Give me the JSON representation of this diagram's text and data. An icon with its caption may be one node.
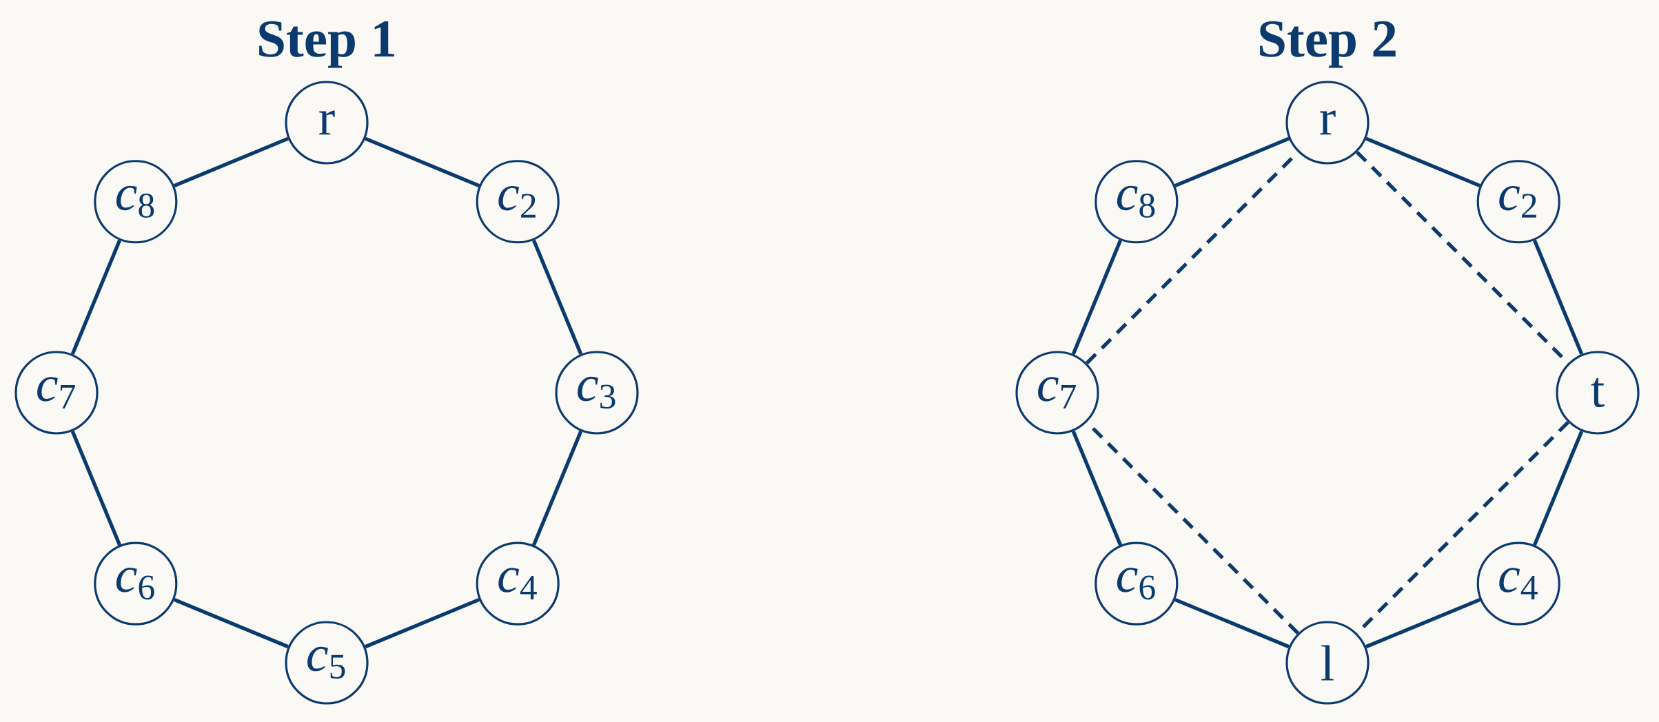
{
  "diagram": {
    "nodes": [
      {
        "text": [
          "r"
        ]
      },
      {
        "text": [
          "*c*$_{8}$"
        ]
      },
      {
        "text": [
          "*c*$_{2}$"
        ]
      },
      {
        "text": [
          "*c*$_{7}$"
        ]
      },
      {
        "text": [
          "*c*$_{3}$"
        ]
      },
      {
        "text": [
          "*c*$_{6}$"
        ]
      },
      {
        "text": [
          "*c*$_{4}$"
        ]
      },
      {
        "text": [
          "*c*$_{5}$"
        ]
      },
      {
        "text": [
          "r"
        ]
      },
      {
        "text": [
          "*c*$_{8}$"
        ]
      },
      {
        "text": [
          "*c*$_{2}$"
        ]
      },
      {
        "text": [
          "*c*$_{7}$"
        ]
      },
      {
        "text": [
          "t"
        ]
      },
      {
        "text": [
          "*c*$_{6}$"
        ]
      },
      {
        "text": [
          "*c*$_{4}$"
        ]
      },
      {
        "text": [
          "l"
        ]
      }
    ],
    "edges": [
      {
        "from": 0,
        "to": 2,
        "arrow": "none"
      },
      {
        "from": 2,
        "to": 4,
        "arrow": "none"
      },
      {
        "from": 4,
        "to": 6,
        "arrow": "none"
      },
      {
        "from": 6,
        "to": 7,
        "arrow": "none"
      },
      {
        "from": 7,
        "to": 5,
        "arrow": "none"
      },
      {
        "from": 5,
        "to": 3,
        "arrow": "none"
      },
      {
        "from": 3,
        "to": 1,
        "arrow": "none"
      },
      {
        "from": 1,
        "to": 0,
        "arrow": "none"
      },
      {
        "from": 8,
        "to": 10,
        "arrow": "none"
      },
      {
        "from": 10,
        "to": 12,
        "arrow": "none"
      },
      {
        "from": 12,
        "to": 14,
        "arrow": "none"
      },
      {
        "from": 14,
        "to": 15,
        "arrow": "none"
      },
      {
        "from": 15,
        "to": 13,
        "arrow": "none"
      },
      {
        "from": 13,
        "to": 11,
        "arrow": "none"
      },
      {
        "from": 11,
        "to": 9,
        "arrow": "none"
      },
      {
        "from": 9,
        "to": 8,
        "arrow": "none"
      },
      {
        "from": 8,
        "to": 12,
        "arrow": "none",
        "style": "dashed"
      },
      {
        "from": 12,
        "to": 15,
        "arrow": "none",
        "style": "dashed"
      },
      {
        "from": 15,
        "to": 11,
        "arrow": "none",
        "style": "dashed"
      },
      {
        "from": 11,
        "to": 8,
        "arrow": "none",
        "style": "dashed"
      }
    ],
    "labels": [
      "Step 1",
      "Step 2"
    ]
  }
}
